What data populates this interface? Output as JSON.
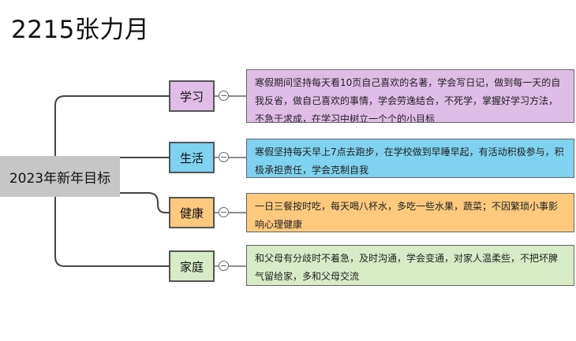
{
  "header": {
    "title": "2215张力月"
  },
  "mindmap": {
    "central": "2023年新年目标",
    "collapse_symbol": "−",
    "branches": [
      {
        "label": "学习",
        "color": "#dfbde7",
        "note": "寒假期间坚持每天看10页自己喜欢的名著，学会写日记，做到每一天的自我反省，做自己喜欢的事情，学会劳逸结合，不死学，掌握好学习方法，不急于求成，在学习中树立一个个的小目标"
      },
      {
        "label": "生活",
        "color": "#7fd2f0",
        "note": "寒假坚持每天早上7点去跑步，在学校做到早睡早起，有活动积极参与，积极承担责任，学会克制自我"
      },
      {
        "label": "健康",
        "color": "#fcc97d",
        "note": "一日三餐按时吃，每天喝八杯水，多吃一些水果，蔬菜；不因繁琐小事影响心理健康"
      },
      {
        "label": "家庭",
        "color": "#d7ebc6",
        "note": "和父母有分歧时不着急，及时沟通，学会变通，对家人温柔些，不把坏脾气留给家，多和父母交流"
      }
    ]
  }
}
